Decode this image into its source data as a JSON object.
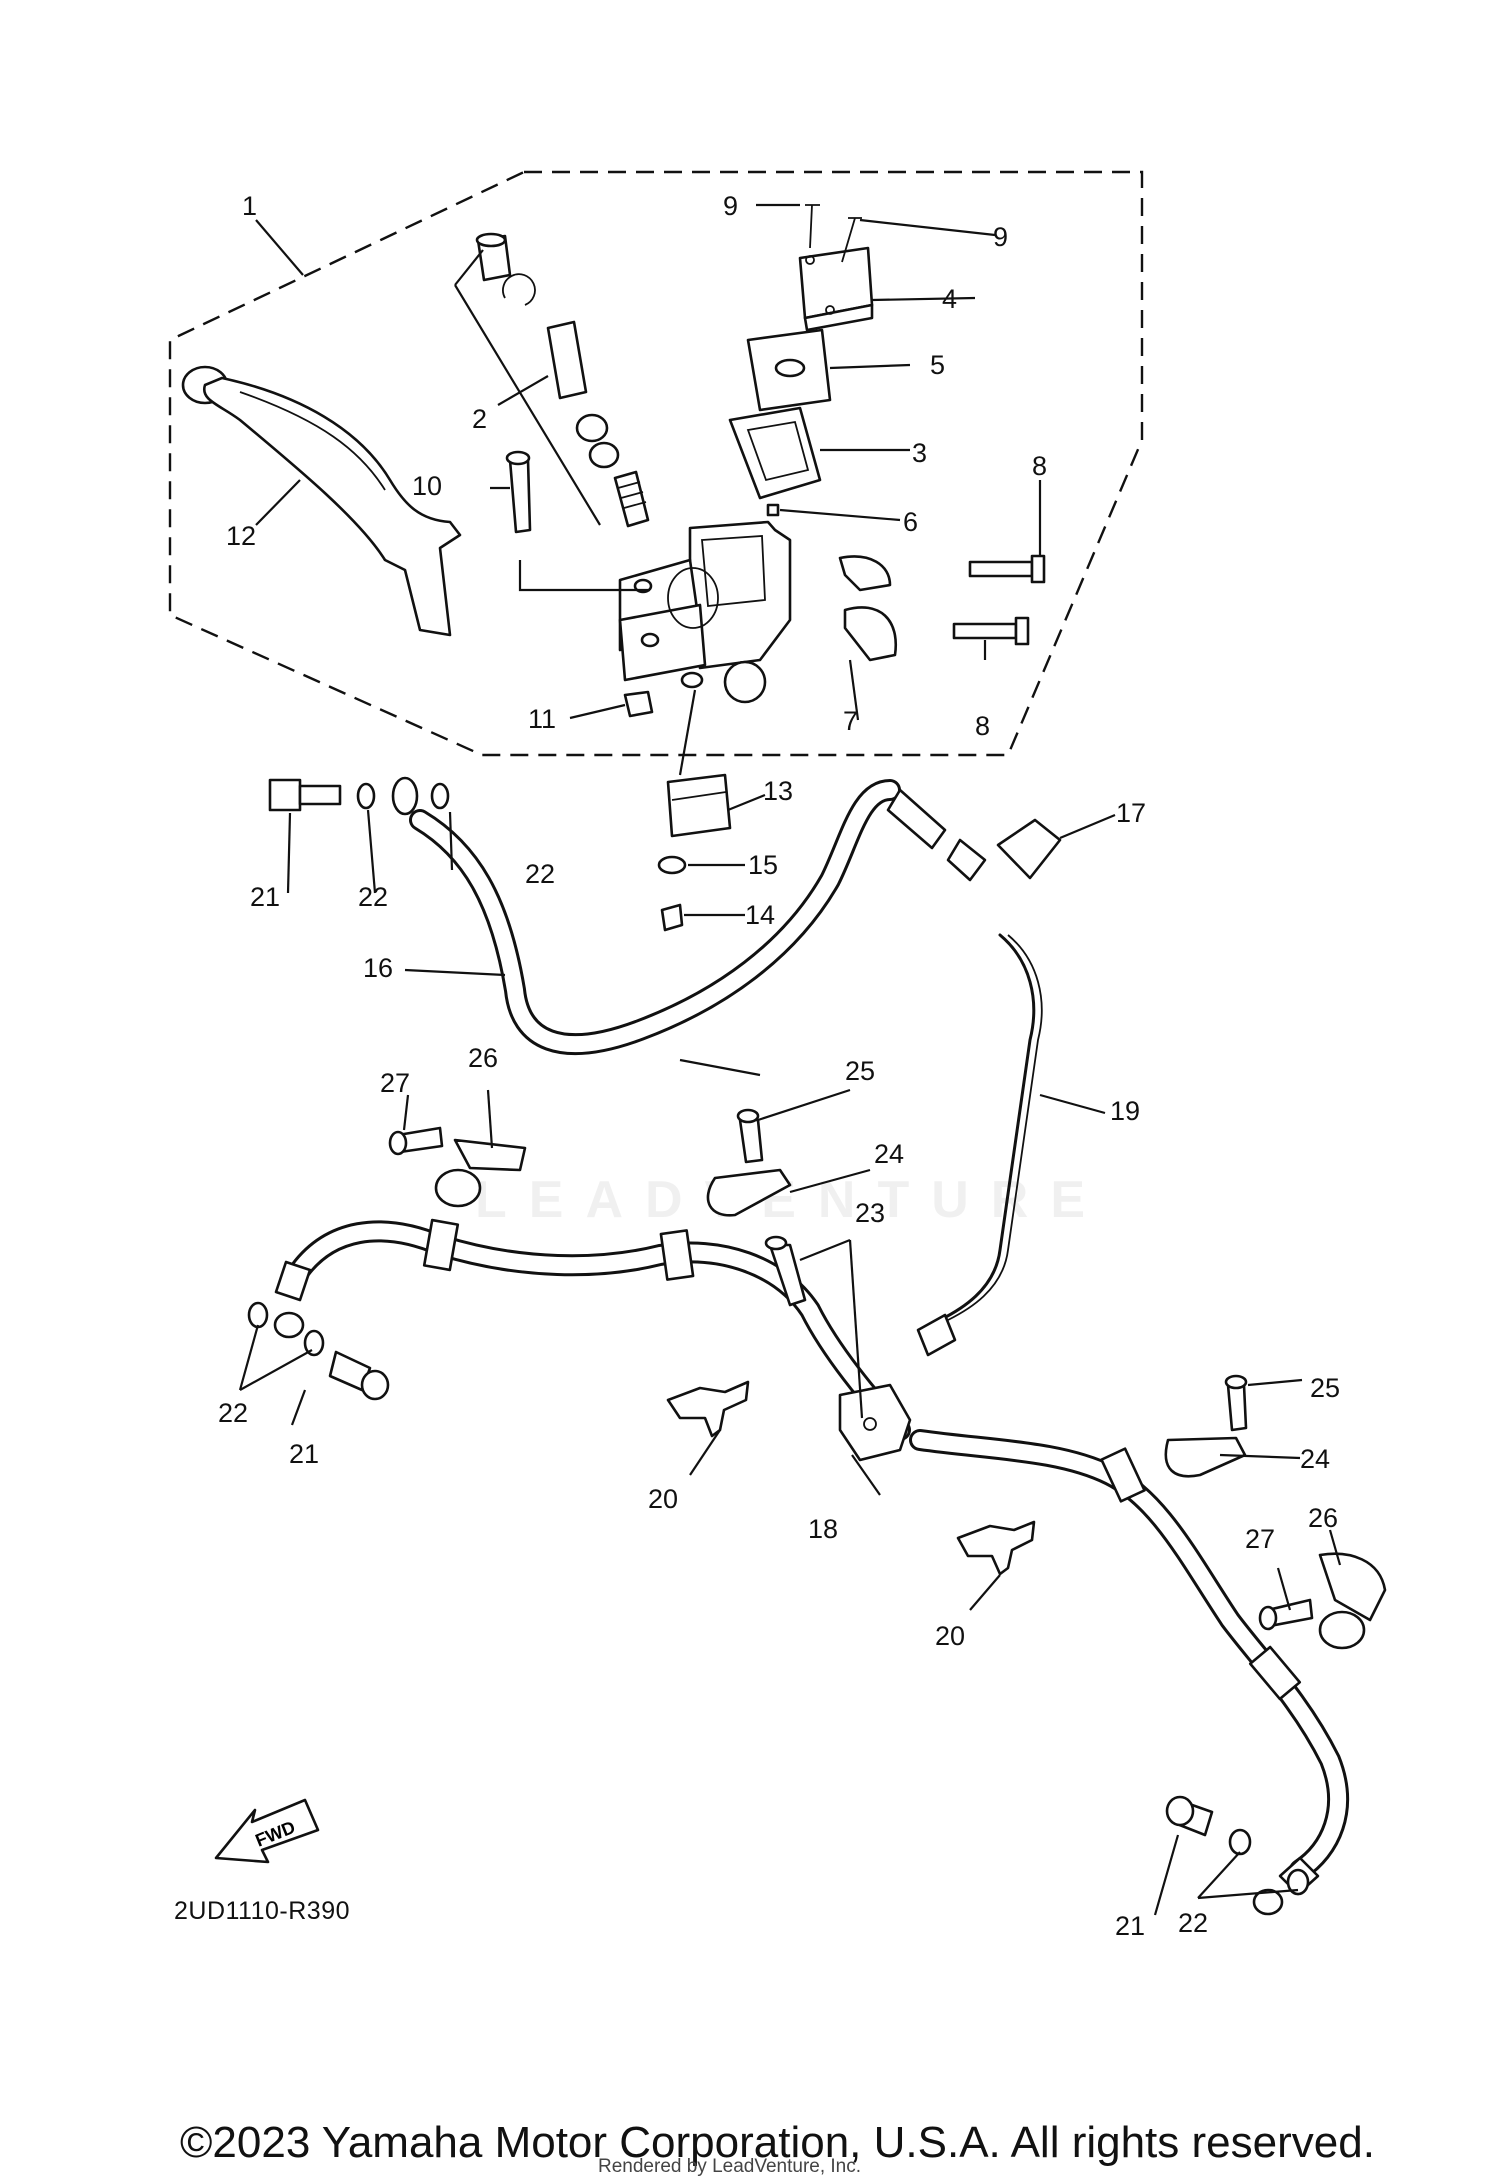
{
  "diagram": {
    "code": "2UD1110-R390",
    "direction_label": "FWD",
    "watermark": "LEADVENTURE",
    "copyright": "©2023 Yamaha Motor Corporation, U.S.A. All rights reserved.",
    "rendered_by": "Rendered by LeadVenture, Inc."
  },
  "callouts": [
    {
      "id": "c1",
      "label": "1"
    },
    {
      "id": "c2",
      "label": "2"
    },
    {
      "id": "c3",
      "label": "3"
    },
    {
      "id": "c4",
      "label": "4"
    },
    {
      "id": "c5",
      "label": "5"
    },
    {
      "id": "c6",
      "label": "6"
    },
    {
      "id": "c7",
      "label": "7"
    },
    {
      "id": "c8a",
      "label": "8"
    },
    {
      "id": "c8b",
      "label": "8"
    },
    {
      "id": "c9a",
      "label": "9"
    },
    {
      "id": "c9b",
      "label": "9"
    },
    {
      "id": "c10",
      "label": "10"
    },
    {
      "id": "c11",
      "label": "11"
    },
    {
      "id": "c12",
      "label": "12"
    },
    {
      "id": "c13",
      "label": "13"
    },
    {
      "id": "c14",
      "label": "14"
    },
    {
      "id": "c15",
      "label": "15"
    },
    {
      "id": "c16",
      "label": "16"
    },
    {
      "id": "c17",
      "label": "17"
    },
    {
      "id": "c18",
      "label": "18"
    },
    {
      "id": "c19",
      "label": "19"
    },
    {
      "id": "c20a",
      "label": "20"
    },
    {
      "id": "c20b",
      "label": "20"
    },
    {
      "id": "c21a",
      "label": "21"
    },
    {
      "id": "c21b",
      "label": "21"
    },
    {
      "id": "c21c",
      "label": "21"
    },
    {
      "id": "c22a",
      "label": "22"
    },
    {
      "id": "c22b",
      "label": "22"
    },
    {
      "id": "c22c",
      "label": "22"
    },
    {
      "id": "c22d",
      "label": "22"
    },
    {
      "id": "c23",
      "label": "23"
    },
    {
      "id": "c24a",
      "label": "24"
    },
    {
      "id": "c24b",
      "label": "24"
    },
    {
      "id": "c25a",
      "label": "25"
    },
    {
      "id": "c25b",
      "label": "25"
    },
    {
      "id": "c26a",
      "label": "26"
    },
    {
      "id": "c26b",
      "label": "26"
    },
    {
      "id": "c27a",
      "label": "27"
    },
    {
      "id": "c27b",
      "label": "27"
    }
  ]
}
